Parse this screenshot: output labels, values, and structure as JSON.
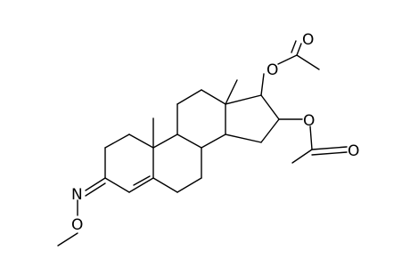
{
  "molecule": {
    "atoms": {
      "o_top_ester": "O",
      "o_top_carbonyl": "O",
      "o_right_ester": "O",
      "o_right_carbonyl": "O",
      "n_oxime": "N",
      "o_oxime": "O"
    },
    "colors": {
      "bond": "#000000",
      "label": "#000000",
      "background": "#ffffff"
    }
  }
}
